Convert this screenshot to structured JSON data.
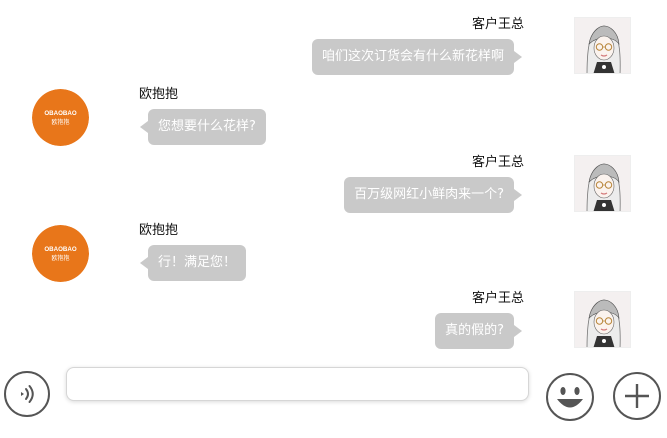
{
  "messages": [
    {
      "side": "right",
      "sender": "客户王总",
      "text": "咱们这次订货会有什么新花样啊",
      "avatar": "sketch-girl-avatar"
    },
    {
      "side": "left",
      "sender": "欧抱抱",
      "text": "您想要什么花样?",
      "avatar": "obaobao-logo"
    },
    {
      "side": "right",
      "sender": "客户王总",
      "text": "百万级网红小鲜肉来一个?",
      "avatar": "sketch-girl-avatar"
    },
    {
      "side": "left",
      "sender": "欧抱抱",
      "text": "行！满足您！",
      "avatar": "obaobao-logo"
    },
    {
      "side": "right",
      "sender": "客户王总",
      "text": "真的假的?",
      "avatar": "sketch-girl-avatar"
    }
  ],
  "logo": {
    "line1": "OBAOBAO",
    "line2": "欧抱抱",
    "color": "#e8761a"
  },
  "input": {
    "value": "",
    "placeholder": ""
  },
  "colors": {
    "bubble": "#c9c9c9",
    "bubble_text": "#ffffff",
    "accent": "#e8761a"
  },
  "icons": {
    "voice": "voice-icon",
    "emoji": "emoji-icon",
    "plus": "plus-icon"
  }
}
